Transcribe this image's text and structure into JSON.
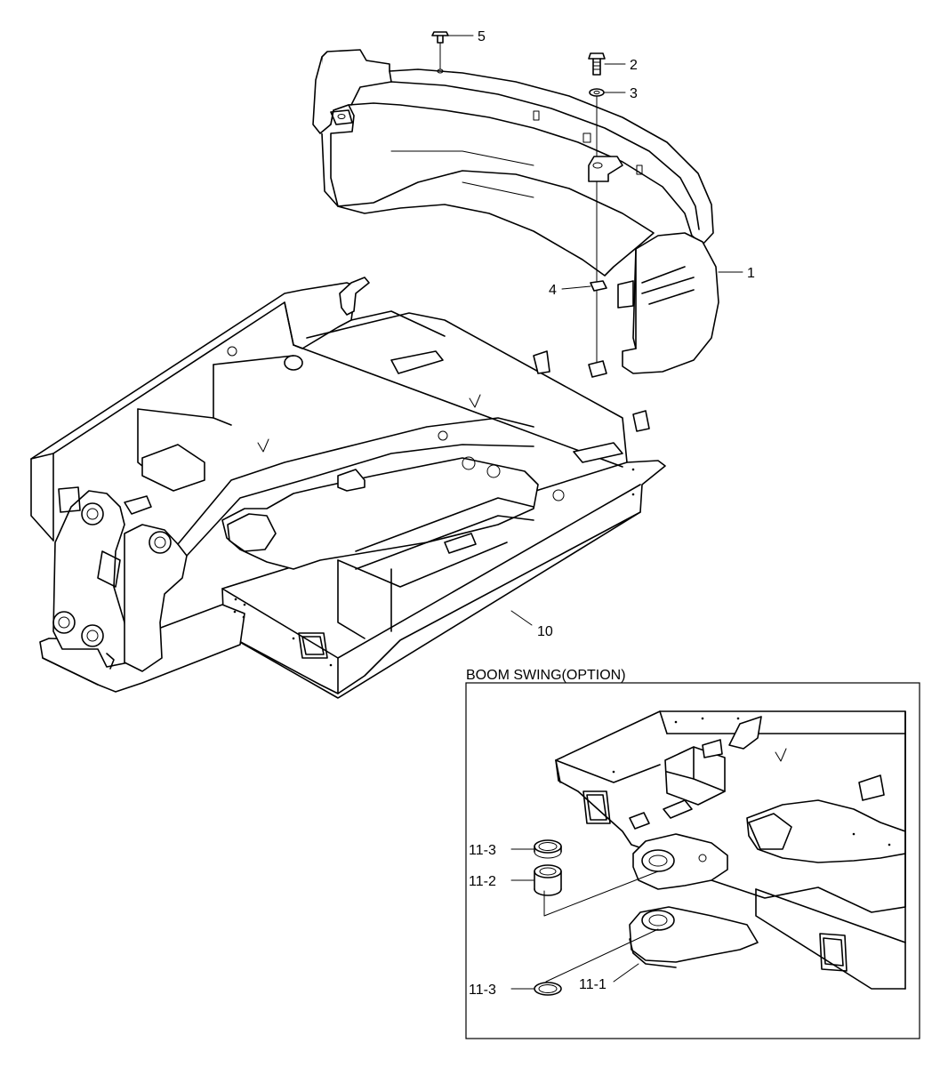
{
  "callouts": {
    "c1": "1",
    "c2": "2",
    "c3": "3",
    "c4": "4",
    "c5": "5",
    "c10": "10",
    "c11_1": "11-1",
    "c11_2": "11-2",
    "c11_3a": "11-3",
    "c11_3b": "11-3"
  },
  "detail": {
    "title": "BOOM SWING(OPTION)"
  }
}
